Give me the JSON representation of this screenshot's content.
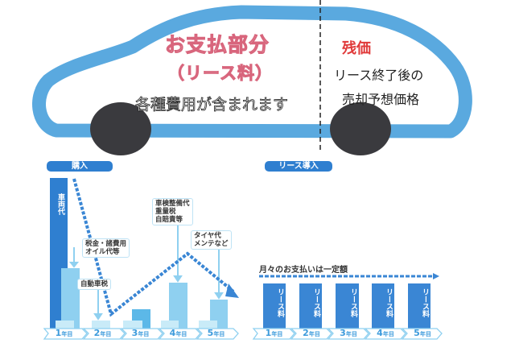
{
  "car": {
    "payment_title": "お支払部分",
    "payment_sub": "（リース料）",
    "payment_note": "各種費用が含まれます",
    "residual_title": "残価",
    "residual_line1": "リース終了後の",
    "residual_line2": "売却予想価格"
  },
  "purchase": {
    "tag": "購入",
    "vehicle_cost": "車両代",
    "callouts": [
      "税金・諸費用\nオイル代等",
      "自動車税",
      "車検整備代\n重量税\n自賠責等",
      "タイヤ代\nメンテなど"
    ],
    "years": [
      "1",
      "2",
      "3",
      "4",
      "5"
    ],
    "year_suffix": "年目"
  },
  "lease": {
    "tag": "リース導入",
    "note": "月々のお支払いは一定額",
    "bar_label": "リース料",
    "years": [
      "1",
      "2",
      "3",
      "4",
      "5"
    ],
    "year_suffix": "年目"
  },
  "colors": {
    "blue": "#2f7fd0",
    "light_blue": "#8fd0f0",
    "pale_blue": "#c9ebf8",
    "pink": "#d8657c",
    "red": "#e03a3a"
  }
}
